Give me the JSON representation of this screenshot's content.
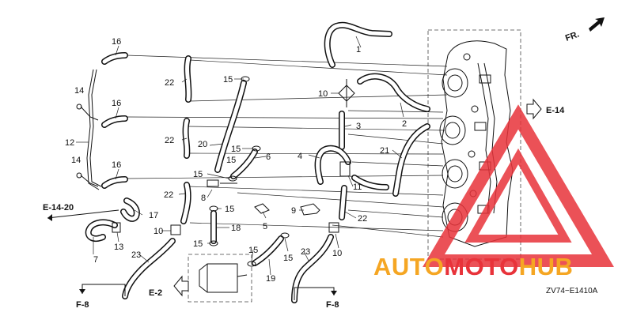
{
  "diagram": {
    "callouts": {
      "p1": "1",
      "p2": "2",
      "p3": "3",
      "p4": "4",
      "p5": "5",
      "p6": "6",
      "p7": "7",
      "p8": "8",
      "p9": "9",
      "p10a": "10",
      "p10b": "10",
      "p10c": "10",
      "p11": "11",
      "p12": "12",
      "p13": "13",
      "p14a": "14",
      "p14b": "14",
      "p15a": "15",
      "p15b": "15",
      "p15c": "15",
      "p15d": "15",
      "p15e": "15",
      "p15f": "15",
      "p15g": "15",
      "p15h": "15",
      "p16a": "16",
      "p16b": "16",
      "p16c": "16",
      "p17": "17",
      "p18": "18",
      "p19": "19",
      "p20": "20",
      "p21": "21",
      "p22a": "22",
      "p22b": "22",
      "p22c": "22",
      "p22d": "22",
      "p23a": "23",
      "p23b": "23"
    },
    "refs": {
      "fr": "FR.",
      "e14_right": "E-14",
      "e14_20": "E-14-20",
      "e2": "E-2",
      "f8_left": "F-8",
      "f8_right": "F-8"
    },
    "drawing_code": "ZV74−E1410A"
  },
  "watermark": {
    "part_auto": "AUTO",
    "part_moto": "MOTO",
    "part_hub": "HUB",
    "color_orange": "#f5a623",
    "color_red": "#e8333a"
  }
}
